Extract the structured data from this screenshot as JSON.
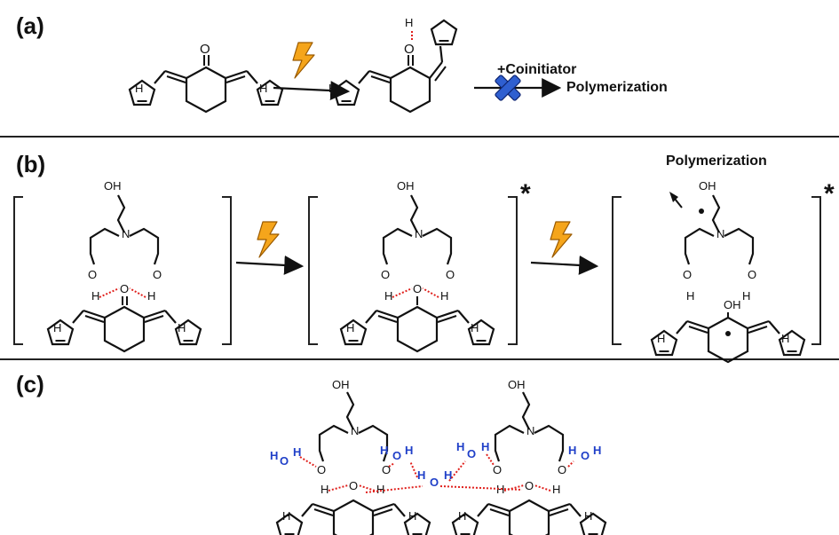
{
  "panels": {
    "a": {
      "label": "(a)",
      "coinitiator": "+Coinitiator",
      "product": "Polymerization"
    },
    "b": {
      "label": "(b)",
      "product": "Polymerization",
      "excited_mark_1": "*",
      "excited_mark_2": "*"
    },
    "c": {
      "label": "(c)"
    }
  },
  "atoms": {
    "O": "O",
    "OH": "OH",
    "N": "N",
    "H": "H",
    "NH": "H"
  },
  "colors": {
    "ink": "#111111",
    "hbond": "#e0201c",
    "water": "#1f3fc8",
    "bolt_fill": "#f5a51b",
    "bolt_stroke": "#9a5a00",
    "cross_fill": "#2f5fd0"
  },
  "icons": [
    "lightning-bolt-icon",
    "blocked-cross-icon",
    "reaction-arrow-icon"
  ]
}
